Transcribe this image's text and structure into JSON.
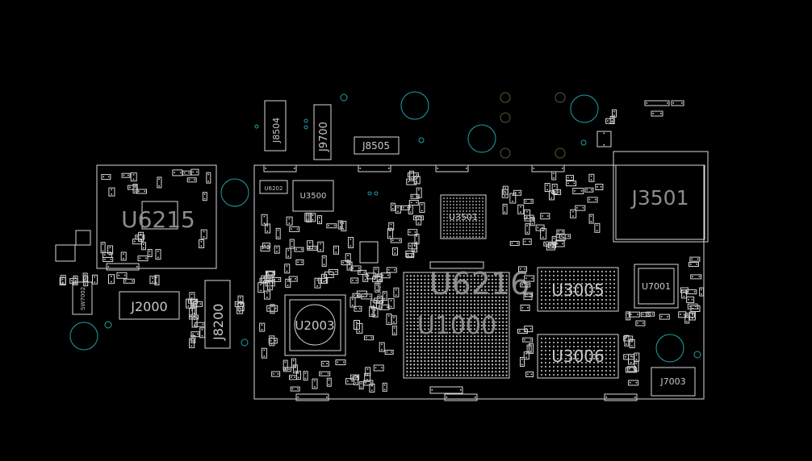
{
  "labels": {
    "j8504": "J8504",
    "j9700": "J9700",
    "j8505": "J8505",
    "j3501": "J3501",
    "u6215": "U6215",
    "u3500": "U3500",
    "u3501": "U3501",
    "u6216": "U6216",
    "u1000": "U1000",
    "u3005": "U3005",
    "u3006": "U3006",
    "u7001": "U7001",
    "u2003": "U2003",
    "j2000": "J2000",
    "j8200": "J8200",
    "j7003": "J7003",
    "sw7002": "SW7002",
    "u6202": "U6202",
    "u6216_small": "U6216"
  },
  "colors": {
    "background": "#000000",
    "outline": "#d8d8d8",
    "big_label": "#8c8c8c",
    "via_ring": "#1fa3a8",
    "mounting_hole_dark": "#5a5a3a"
  }
}
